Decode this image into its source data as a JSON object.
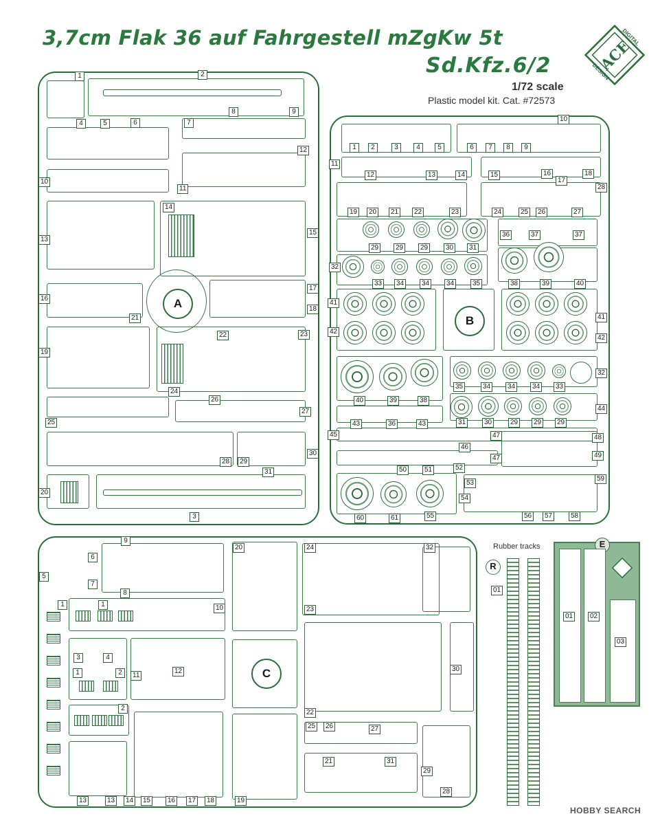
{
  "header": {
    "title_line1": "3,7cm Flak 36 auf Fahrgestell mZgKw 5t",
    "title_line2": "Sd.Kfz.6/2",
    "scale": "1/72 scale",
    "catalog": "Plastic model kit. Cat. #72573"
  },
  "logo": {
    "text_top": "DIGITAL",
    "text_main": "ACE",
    "text_bottom": "DESIGN"
  },
  "sprues": {
    "A": {
      "label": "A",
      "parts": [
        "1",
        "2",
        "3",
        "4",
        "5",
        "6",
        "7",
        "8",
        "9",
        "10",
        "11",
        "12",
        "13",
        "14",
        "15",
        "16",
        "17",
        "18",
        "19",
        "20",
        "21",
        "22",
        "23",
        "24",
        "25",
        "26",
        "27",
        "28",
        "29",
        "30",
        "31"
      ]
    },
    "B": {
      "label": "B",
      "parts": [
        "1",
        "2",
        "3",
        "4",
        "5",
        "6",
        "7",
        "8",
        "9",
        "10",
        "11",
        "12",
        "13",
        "14",
        "15",
        "16",
        "17",
        "18",
        "19",
        "20",
        "21",
        "22",
        "23",
        "24",
        "25",
        "26",
        "27",
        "28",
        "29",
        "29",
        "29",
        "30",
        "31",
        "32",
        "33",
        "34",
        "34",
        "34",
        "35",
        "36",
        "37",
        "37",
        "38",
        "39",
        "40",
        "41",
        "42",
        "40",
        "39",
        "38",
        "35",
        "34",
        "34",
        "34",
        "33",
        "32",
        "31",
        "30",
        "29",
        "29",
        "29",
        "43",
        "36",
        "43",
        "44",
        "45",
        "46",
        "47",
        "47",
        "48",
        "49",
        "50",
        "51",
        "52",
        "53",
        "54",
        "55",
        "56",
        "57",
        "58",
        "59",
        "60",
        "61",
        "41",
        "42"
      ]
    },
    "C": {
      "label": "C",
      "parts": [
        "1",
        "1",
        "2",
        "3",
        "4",
        "5",
        "6",
        "7",
        "8",
        "9",
        "10",
        "11",
        "12",
        "13",
        "13",
        "14",
        "15",
        "16",
        "17",
        "18",
        "19",
        "20",
        "21",
        "22",
        "23",
        "24",
        "25",
        "26",
        "27",
        "28",
        "29",
        "30",
        "31",
        "32",
        "1",
        "2"
      ]
    },
    "E": {
      "label": "E",
      "parts": [
        "01",
        "02",
        "03"
      ]
    },
    "R": {
      "label": "R",
      "caption": "Rubber tracks",
      "parts": [
        "01"
      ]
    }
  },
  "watermark": "HOBBY SEARCH"
}
